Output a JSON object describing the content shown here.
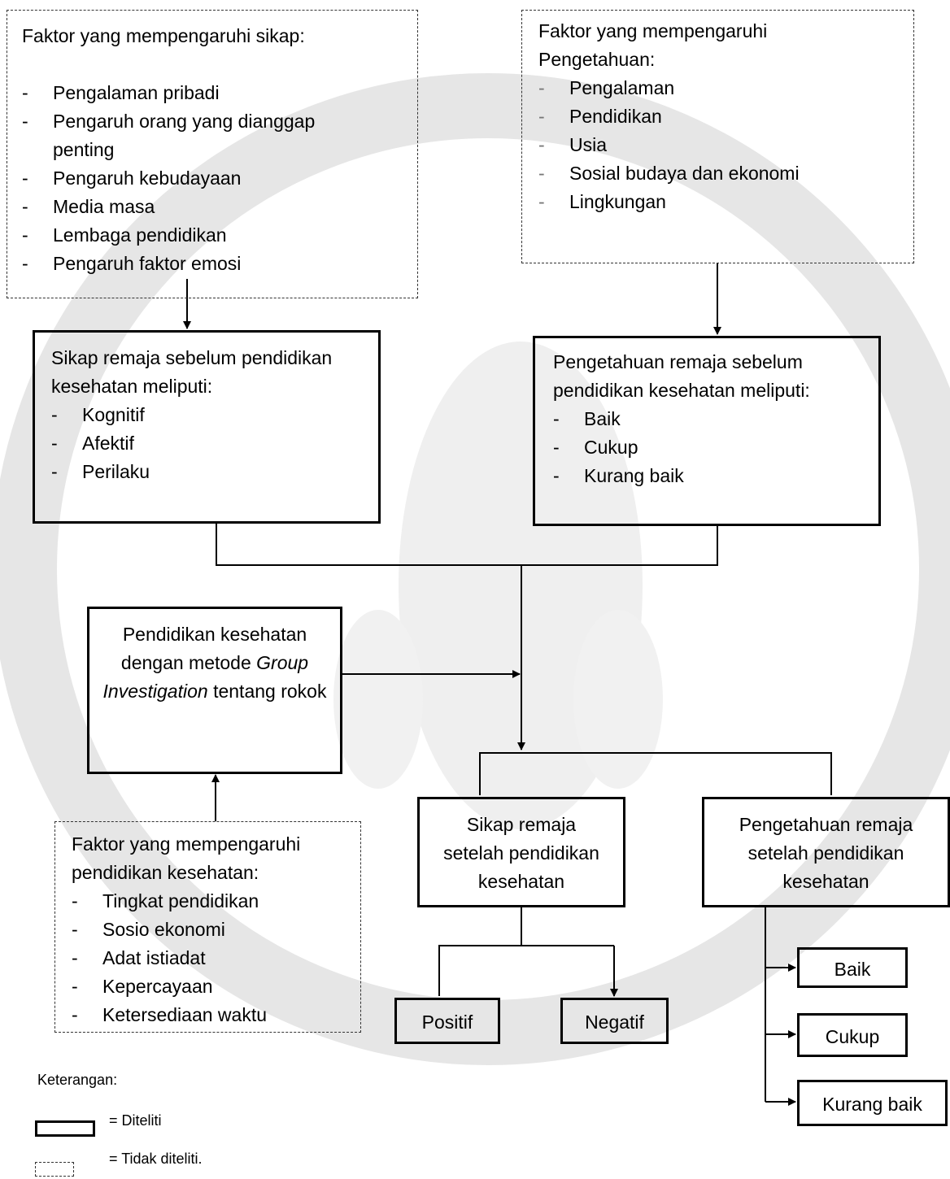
{
  "diagram": {
    "attitude_factors": {
      "title": "Faktor yang mempengaruhi sikap:",
      "items": [
        "Pengalaman pribadi",
        "Pengaruh orang yang dianggap penting",
        "Pengaruh kebudayaan",
        "Media masa",
        "Lembaga pendidikan",
        "Pengaruh faktor emosi"
      ]
    },
    "knowledge_factors": {
      "title": "Faktor yang mempengaruhi Pengetahuan:",
      "items": [
        "Pengalaman",
        "Pendidikan",
        "Usia",
        "Sosial budaya dan ekonomi",
        "Lingkungan"
      ]
    },
    "attitude_before": {
      "title": "Sikap remaja sebelum pendidikan kesehatan meliputi:",
      "items": [
        "Kognitif",
        "Afektif",
        "Perilaku"
      ]
    },
    "knowledge_before": {
      "title": "Pengetahuan  remaja sebelum pendidikan kesehatan meliputi:",
      "items": [
        "Baik",
        "Cukup",
        "Kurang baik"
      ]
    },
    "intervention": {
      "text_1": "Pendidikan kesehatan dengan metode ",
      "text_italic_1": "Group Investigation",
      "text_2": " tentang rokok"
    },
    "education_factors": {
      "title": "Faktor yang mempengaruhi pendidikan kesehatan:",
      "items": [
        "Tingkat pendidikan",
        "Sosio ekonomi",
        "Adat istiadat",
        "Kepercayaan",
        "Ketersediaan waktu"
      ]
    },
    "attitude_after": "Sikap remaja setelah pendidikan kesehatan",
    "knowledge_after": "Pengetahuan remaja setelah pendidikan kesehatan",
    "outcome_positive": "Positif",
    "outcome_negative": "Negatif",
    "outcome_good": "Baik",
    "outcome_enough": "Cukup",
    "outcome_poor": "Kurang baik"
  },
  "legend": {
    "title": "Keterangan:",
    "studied": "= Diteliti",
    "not_studied": "= Tidak diteliti."
  },
  "colors": {
    "line": "#000000",
    "watermark": "#e3e3e3"
  }
}
